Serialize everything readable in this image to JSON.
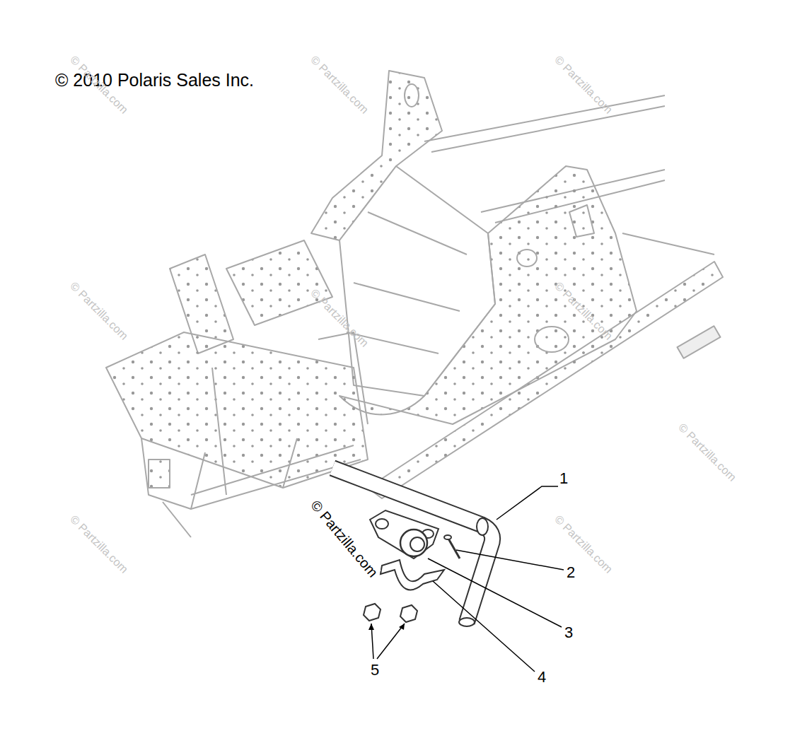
{
  "diagram": {
    "labels": [
      "© 2010 Polaris Sales Inc.",
      "© Partzilla.com",
      "© Partzilla.com",
      "© Partzilla.com",
      "© Partzilla.com",
      "© Partzilla.com",
      "© Partzilla.com",
      "© Partzilla.com",
      "© Partzilla.com",
      "© Partzilla.com",
      "© Partzilla.com",
      "1",
      "2",
      "3",
      "4",
      "5"
    ]
  }
}
